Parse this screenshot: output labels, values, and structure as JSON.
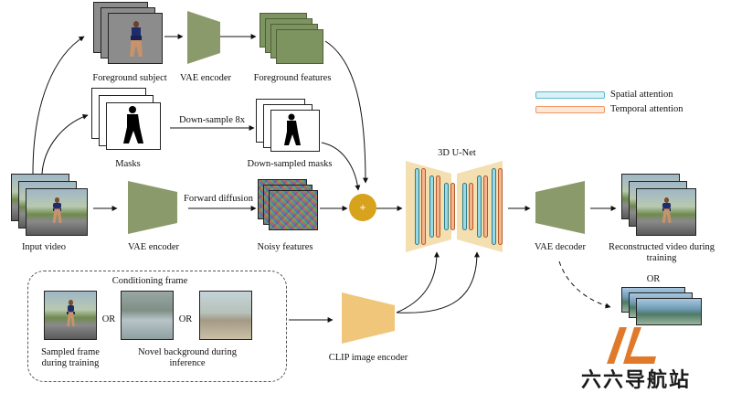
{
  "labels": {
    "foreground_subject": "Foreground subject",
    "vae_encoder_top": "VAE encoder",
    "foreground_features": "Foreground features",
    "masks": "Masks",
    "downsample_8x": "Down-sample 8x",
    "downsampled_masks": "Down-sampled masks",
    "input_video": "Input video",
    "vae_encoder_mid": "VAE encoder",
    "forward_diffusion": "Forward diffusion",
    "noisy_features": "Noisy features",
    "unet_title": "3D U-Net",
    "vae_decoder": "VAE decoder",
    "reconstructed_video": "Reconstructed video during training",
    "or_right": "OR",
    "conditioning_frame": "Conditioning frame",
    "or_1": "OR",
    "or_2": "OR",
    "sampled_frame": "Sampled frame during training",
    "novel_background": "Novel background during inference",
    "clip_encoder": "CLIP image encoder",
    "plus_symbol": "+"
  },
  "legend": {
    "spatial": "Spatial attention",
    "temporal": "Temporal attention"
  },
  "watermark": {
    "text": "六六导航站"
  },
  "colors": {
    "encoder": "#8a9a6a",
    "clip": "#f0c77a",
    "unet_body": "#f3dfb0",
    "spatial": "#9ad8e4",
    "temporal": "#f4b58f",
    "plus_node": "#d7a21c",
    "watermark_accent": "#e07a2a"
  }
}
